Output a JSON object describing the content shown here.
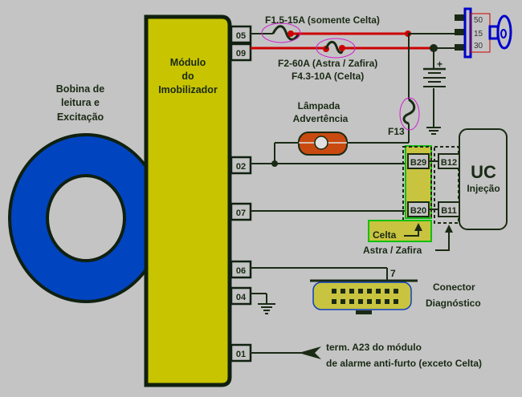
{
  "diagram": {
    "module": {
      "title_lines": [
        "Módulo",
        "do",
        "Imobilizador"
      ],
      "pins": [
        "05",
        "09",
        "02",
        "07",
        "06",
        "04",
        "01"
      ]
    },
    "coil": {
      "label_lines": [
        "Bobina de",
        "leitura e",
        "Excitação"
      ]
    },
    "fuses": {
      "f1": "F1.5-15A (somente Celta)",
      "f2_line1": "F2-60A (Astra / Zafira)",
      "f2_line2": "F4.3-10A (Celta)",
      "f13": "F13"
    },
    "ignition_switch": {
      "terminals": [
        "50",
        "15",
        "30"
      ]
    },
    "battery": {
      "polarity": "+"
    },
    "lamp": {
      "label_lines": [
        "Lâmpada",
        "Advertência"
      ]
    },
    "ecu": {
      "title": "UC",
      "subtitle": "Injeção",
      "celta_pins": [
        "B29",
        "B20"
      ],
      "astra_pins": [
        "B12",
        "B11"
      ],
      "celta_label": "Celta",
      "astra_label": "Astra / Zafira"
    },
    "diagnostic_connector": {
      "pin_label": "7",
      "label_lines": [
        "Conector",
        "Diagnóstico"
      ]
    },
    "alarm": {
      "label_lines": [
        "term. A23 do módulo",
        "de alarme anti-furto (exceto Celta)"
      ]
    },
    "colors": {
      "background": "#c4c4c4",
      "module_fill": "#c8c400",
      "coil_fill": "#0044c0",
      "power_wire": "#cc0000",
      "lamp_fill": "#c84a10",
      "celta_highlight": "#c8c440",
      "celta_border": "#10c010",
      "fuse_ellipse": "#d020d0",
      "ignition_blue": "#0000cc"
    }
  }
}
